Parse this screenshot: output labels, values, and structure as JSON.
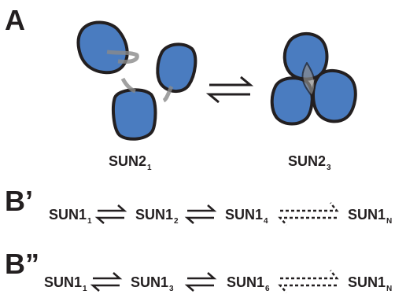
{
  "panelA": {
    "letter": "A",
    "monomer": {
      "name": "SUN2",
      "sub": "1"
    },
    "trimer": {
      "name": "SUN2",
      "sub": "3"
    }
  },
  "panelB1": {
    "letter": "B’",
    "species": [
      {
        "name": "SUN1",
        "sub": "1"
      },
      {
        "name": "SUN1",
        "sub": "2"
      },
      {
        "name": "SUN1",
        "sub": "4"
      },
      {
        "name": "SUN1",
        "sub": "N"
      }
    ]
  },
  "panelB2": {
    "letter": "B”",
    "species": [
      {
        "name": "SUN1",
        "sub": "1"
      },
      {
        "name": "SUN1",
        "sub": "3"
      },
      {
        "name": "SUN1",
        "sub": "6"
      },
      {
        "name": "SUN1",
        "sub": "N"
      }
    ]
  },
  "colors": {
    "protein_fill": "#4a7cc0",
    "outline": "#231f20"
  }
}
